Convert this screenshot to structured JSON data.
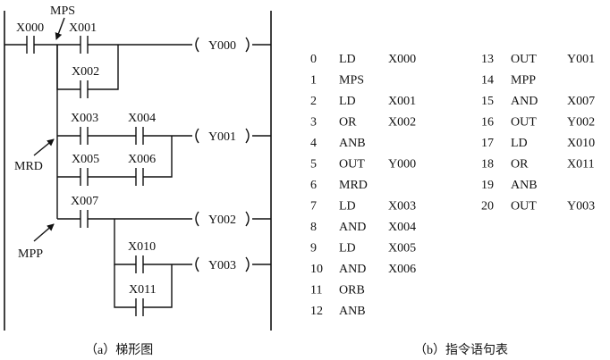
{
  "ladder": {
    "contacts": {
      "x000": "X000",
      "x001": "X001",
      "x002": "X002",
      "x003": "X003",
      "x004": "X004",
      "x005": "X005",
      "x006": "X006",
      "x007": "X007",
      "x010": "X010",
      "x011": "X011"
    },
    "coils": {
      "y000": "Y000",
      "y001": "Y001",
      "y002": "Y002",
      "y003": "Y003"
    },
    "annotations": {
      "mps": "MPS",
      "mrd": "MRD",
      "mpp": "MPP"
    }
  },
  "instructions": {
    "column1": [
      {
        "step": "0",
        "op": "LD",
        "arg": "X000"
      },
      {
        "step": "1",
        "op": "MPS",
        "arg": ""
      },
      {
        "step": "2",
        "op": "LD",
        "arg": "X001"
      },
      {
        "step": "3",
        "op": "OR",
        "arg": "X002"
      },
      {
        "step": "4",
        "op": "ANB",
        "arg": ""
      },
      {
        "step": "5",
        "op": "OUT",
        "arg": "Y000"
      },
      {
        "step": "6",
        "op": "MRD",
        "arg": ""
      },
      {
        "step": "7",
        "op": "LD",
        "arg": "X003"
      },
      {
        "step": "8",
        "op": "AND",
        "arg": "X004"
      },
      {
        "step": "9",
        "op": "LD",
        "arg": "X005"
      },
      {
        "step": "10",
        "op": "AND",
        "arg": "X006"
      },
      {
        "step": "11",
        "op": "ORB",
        "arg": ""
      },
      {
        "step": "12",
        "op": "ANB",
        "arg": ""
      }
    ],
    "column2": [
      {
        "step": "13",
        "op": "OUT",
        "arg": "Y001"
      },
      {
        "step": "14",
        "op": "MPP",
        "arg": ""
      },
      {
        "step": "15",
        "op": "AND",
        "arg": "X007"
      },
      {
        "step": "16",
        "op": "OUT",
        "arg": "Y002"
      },
      {
        "step": "17",
        "op": "LD",
        "arg": "X010"
      },
      {
        "step": "18",
        "op": "OR",
        "arg": "X011"
      },
      {
        "step": "19",
        "op": "ANB",
        "arg": ""
      },
      {
        "step": "20",
        "op": "OUT",
        "arg": "Y003"
      }
    ]
  },
  "captions": {
    "a": "（a）梯形图",
    "b": "（b）指令语句表"
  }
}
